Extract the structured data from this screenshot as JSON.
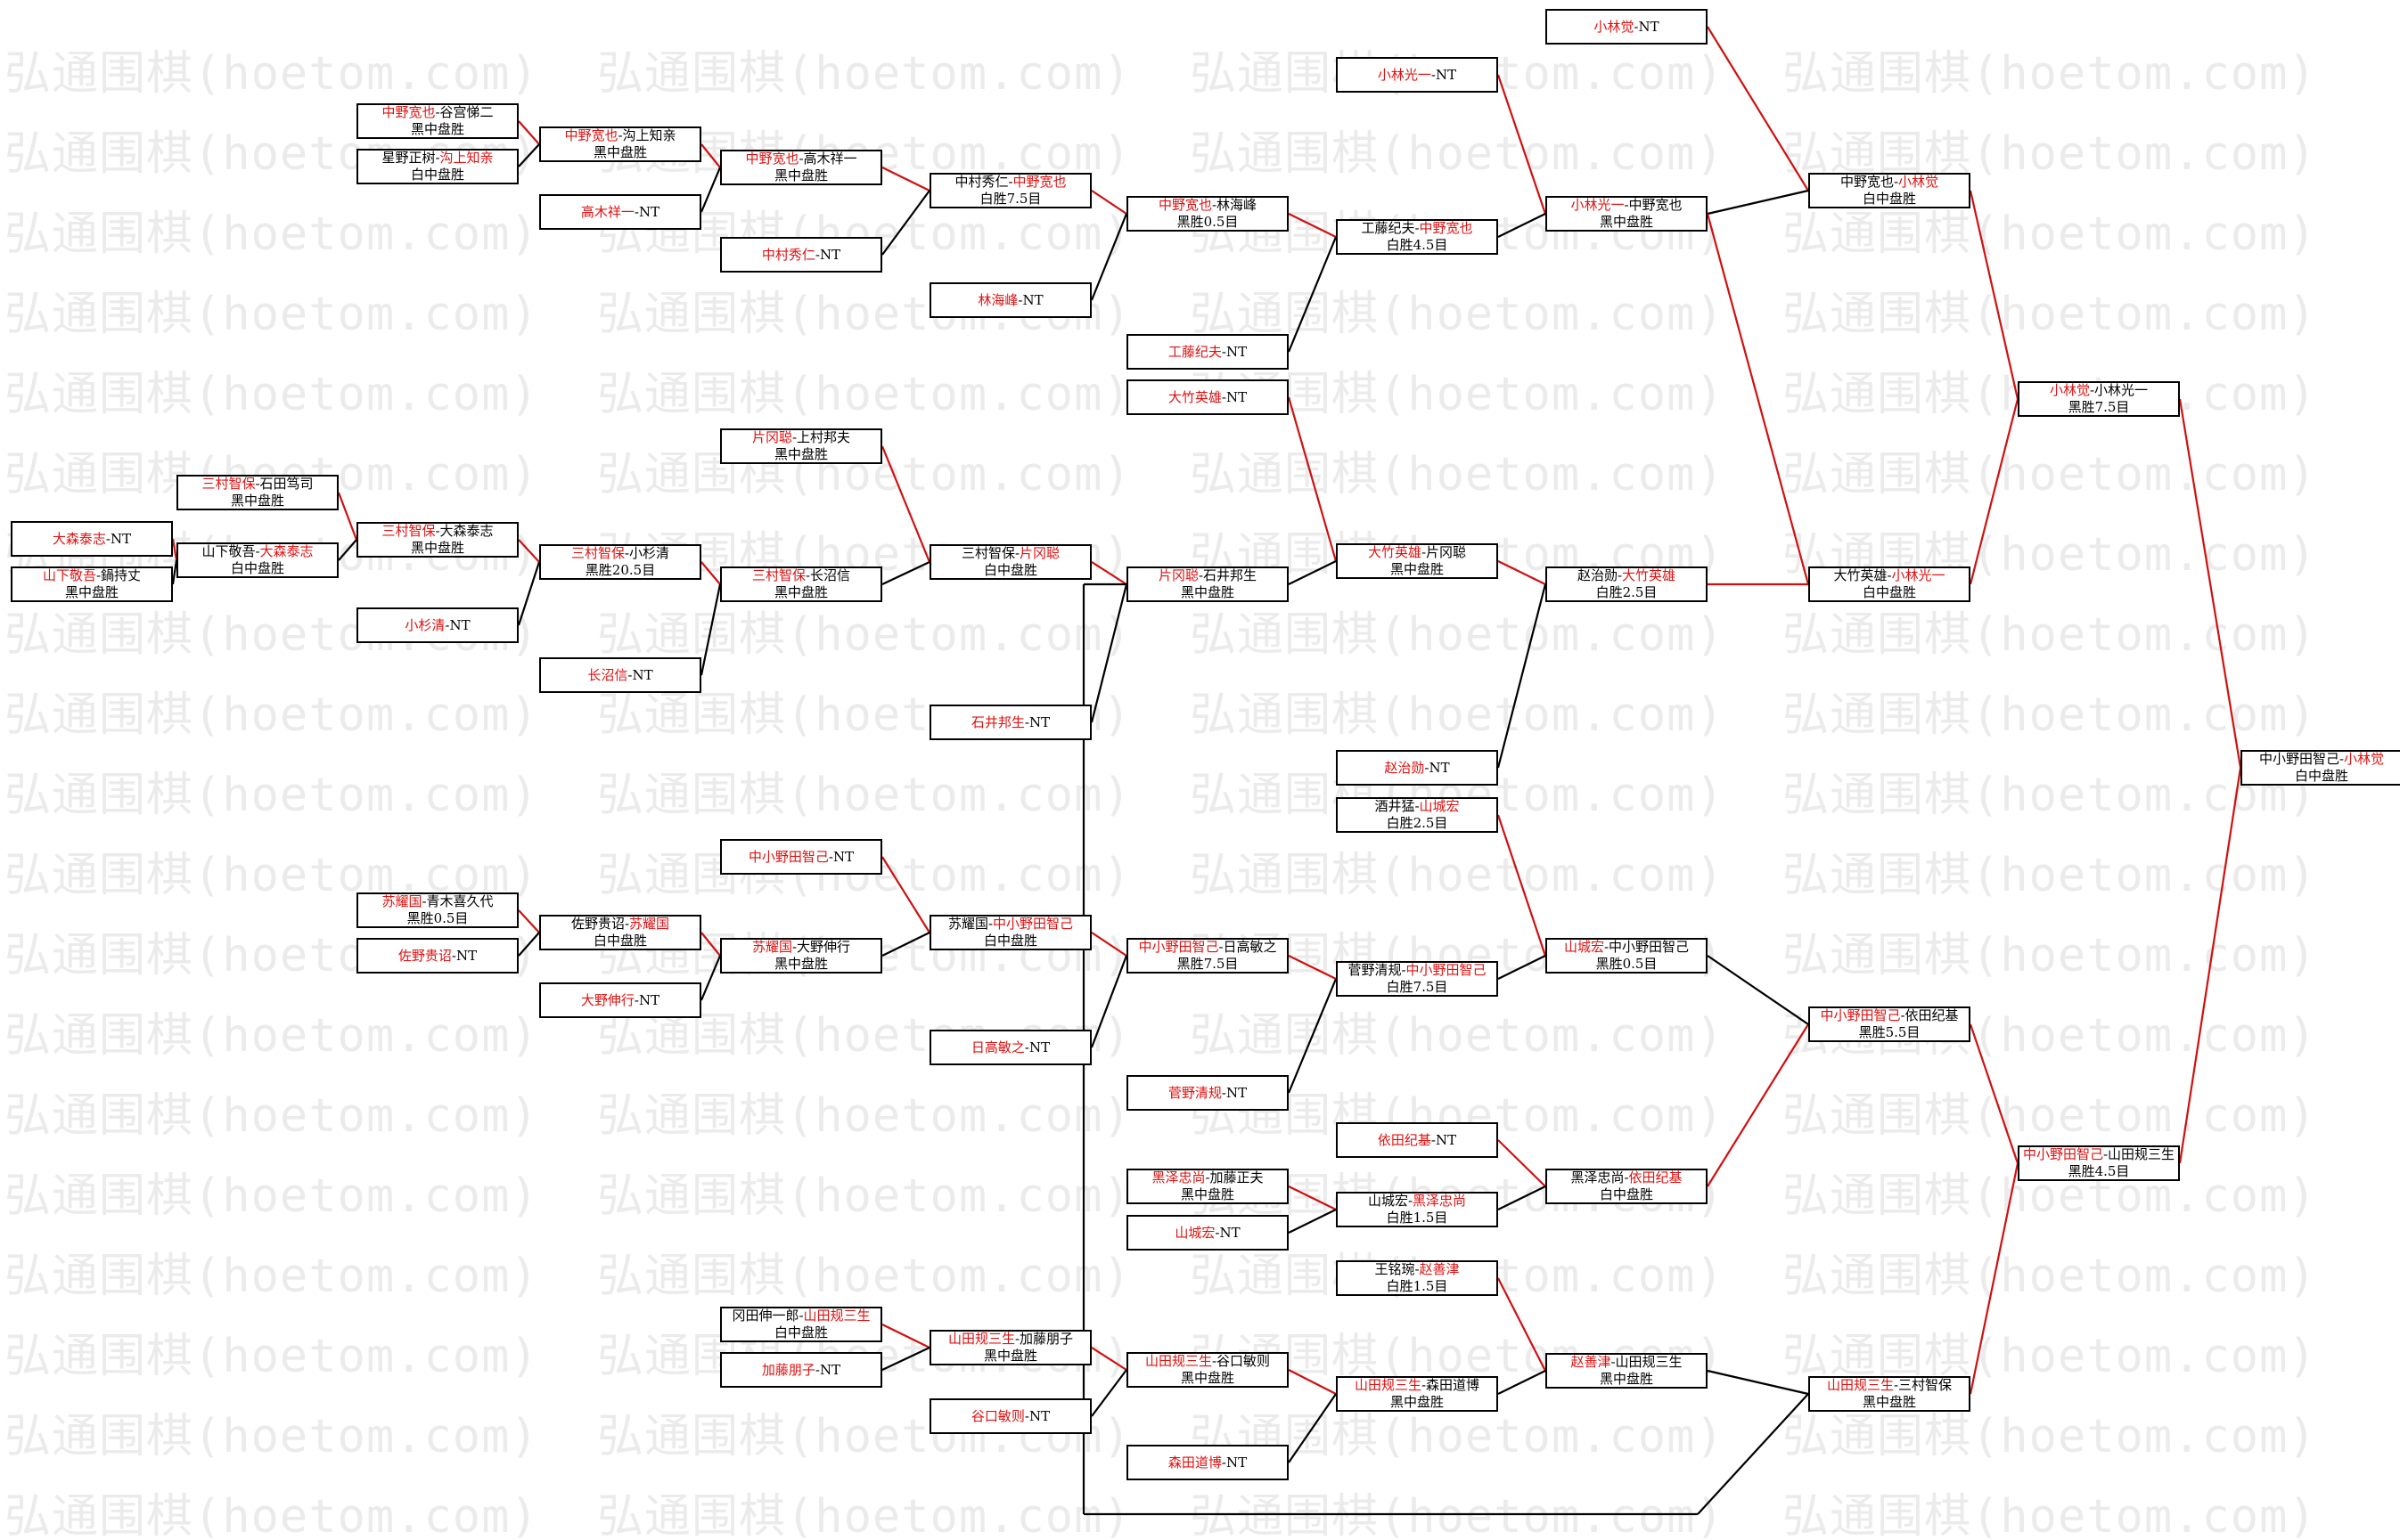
{
  "watermark": "弘通围棋(hoetom.com)",
  "colors": {
    "highlight": "#e01010",
    "winner_line": "#d01010",
    "loser_line": "#000000",
    "watermark": "#ebebeb"
  },
  "matches": [
    {
      "id": "r1_okm",
      "winner": "大森泰志",
      "loser": "NT",
      "result": "",
      "order": "wl"
    },
    {
      "id": "r1_yam",
      "winner": "山下敬吾",
      "loser": "鍋持丈",
      "result": "黑中盘胜",
      "order": "wl"
    },
    {
      "id": "r1_nak",
      "winner": "中野宽也",
      "loser": "谷宫悌二",
      "result": "黑中盘胜",
      "order": "wl"
    },
    {
      "id": "r1_miz",
      "winner": "沟上知亲",
      "loser": "星野正树",
      "result": "白中盘胜",
      "order": "lw"
    },
    {
      "id": "r1_mim",
      "winner": "三村智保",
      "loser": "石田笃司",
      "result": "黑中盘胜",
      "order": "wl"
    },
    {
      "id": "r1_so",
      "winner": "苏耀国",
      "loser": "青木喜久代",
      "result": "黑胜0.5目",
      "order": "wl"
    },
    {
      "id": "r1_sano",
      "winner": "佐野贵诏",
      "loser": "NT",
      "result": "",
      "order": "wl"
    },
    {
      "id": "r1_yamd",
      "winner": "山田规三生",
      "loser": "冈田伸一郎",
      "result": "白中盘胜",
      "order": "lw"
    },
    {
      "id": "r2_ys",
      "winner": "大森泰志",
      "loser": "山下敬吾",
      "result": "白中盘胜",
      "order": "lw"
    },
    {
      "id": "r2_nm",
      "winner": "中野宽也",
      "loser": "沟上知亲",
      "result": "黑中盘胜",
      "order": "wl"
    },
    {
      "id": "r2_tk",
      "winner": "高木祥一",
      "loser": "NT",
      "result": "",
      "order": "wl"
    },
    {
      "id": "r2_ok",
      "winner": "三村智保",
      "loser": "大森泰志",
      "result": "黑中盘胜",
      "order": "wl"
    },
    {
      "id": "r2_kos",
      "winner": "小杉清",
      "loser": "NT",
      "result": "",
      "order": "wl"
    },
    {
      "id": "r2_sano",
      "winner": "苏耀国",
      "loser": "佐野贵诏",
      "result": "白中盘胜",
      "order": "lw"
    },
    {
      "id": "r2_oono",
      "winner": "大野伸行",
      "loser": "NT",
      "result": "",
      "order": "wl"
    },
    {
      "id": "r2_kato",
      "winner": "加藤朋子",
      "loser": "NT",
      "result": "",
      "order": "wl"
    },
    {
      "id": "r3_nt",
      "winner": "中野宽也",
      "loser": "高木祥一",
      "result": "黑中盘胜",
      "order": "wl"
    },
    {
      "id": "r3_nks",
      "winner": "中村秀仁",
      "loser": "NT",
      "result": "",
      "order": "wl"
    },
    {
      "id": "r3_kt",
      "winner": "片冈聪",
      "loser": "上村邦夫",
      "result": "黑中盘胜",
      "order": "wl"
    },
    {
      "id": "r3_mk",
      "winner": "三村智保",
      "loser": "小杉清",
      "result": "黑胜20.5目",
      "order": "wl"
    },
    {
      "id": "r3_ms",
      "winner": "三村智保",
      "loser": "长沼信",
      "result": "黑中盘胜",
      "order": "wl"
    },
    {
      "id": "r3_nag",
      "winner": "长沼信",
      "loser": "NT",
      "result": "",
      "order": "wl"
    },
    {
      "id": "r3_kon",
      "winner": "中小野田智己",
      "loser": "NT",
      "result": "",
      "order": "wl"
    },
    {
      "id": "r3_so",
      "winner": "苏耀国",
      "loser": "大野伸行",
      "result": "黑中盘胜",
      "order": "wl"
    },
    {
      "id": "r3_yk",
      "winner": "山田规三生",
      "loser": "加藤朋子",
      "result": "黑中盘胜",
      "order": "wl"
    },
    {
      "id": "r4_nn",
      "winner": "中野宽也",
      "loser": "中村秀仁",
      "result": "白胜7.5目",
      "order": "lw"
    },
    {
      "id": "r4_hay",
      "winner": "林海峰",
      "loser": "NT",
      "result": "",
      "order": "wl"
    },
    {
      "id": "r4_mk",
      "winner": "片冈聪",
      "loser": "三村智保",
      "result": "白中盘胜",
      "order": "lw"
    },
    {
      "id": "r4_ish",
      "winner": "石井邦生",
      "loser": "NT",
      "result": "",
      "order": "wl"
    },
    {
      "id": "r4_sk",
      "winner": "中小野田智己",
      "loser": "苏耀国",
      "result": "白中盘胜",
      "order": "lw"
    },
    {
      "id": "r4_hid",
      "winner": "日高敏之",
      "loser": "NT",
      "result": "",
      "order": "wl"
    },
    {
      "id": "r4_tan",
      "winner": "谷口敏则",
      "loser": "NT",
      "result": "",
      "order": "wl"
    },
    {
      "id": "r5_nh",
      "winner": "中野宽也",
      "loser": "林海峰",
      "result": "黑胜0.5目",
      "order": "wl"
    },
    {
      "id": "r5_kud",
      "winner": "工藤纪夫",
      "loser": "NT",
      "result": "",
      "order": "wl"
    },
    {
      "id": "r5_oot",
      "winner": "大竹英雄",
      "loser": "NT",
      "result": "",
      "order": "wl"
    },
    {
      "id": "r5_ki",
      "winner": "片冈聪",
      "loser": "石井邦生",
      "result": "黑中盘胜",
      "order": "wl"
    },
    {
      "id": "r5_kh",
      "winner": "中小野田智己",
      "loser": "日高敏之",
      "result": "黑胜7.5目",
      "order": "wl"
    },
    {
      "id": "r5_sug",
      "winner": "菅野清规",
      "loser": "NT",
      "result": "",
      "order": "wl"
    },
    {
      "id": "r5_kur",
      "winner": "黑泽忠尚",
      "loser": "加藤正夫",
      "result": "黑中盘胜",
      "order": "wl"
    },
    {
      "id": "r5_ysk",
      "winner": "山城宏",
      "loser": "NT",
      "result": "",
      "order": "wl"
    },
    {
      "id": "r5_yt",
      "winner": "山田规三生",
      "loser": "谷口敏则",
      "result": "黑中盘胜",
      "order": "wl"
    },
    {
      "id": "r5_mor",
      "winner": "森田道博",
      "loser": "NT",
      "result": "",
      "order": "wl"
    },
    {
      "id": "r6_kob",
      "winner": "小林光一",
      "loser": "NT",
      "result": "",
      "order": "wl"
    },
    {
      "id": "r6_kn",
      "winner": "中野宽也",
      "loser": "工藤纪夫",
      "result": "白胜4.5目",
      "order": "lw"
    },
    {
      "id": "r6_ok",
      "winner": "大竹英雄",
      "loser": "片冈聪",
      "result": "黑中盘胜",
      "order": "wl"
    },
    {
      "id": "r6_cho",
      "winner": "赵治勋",
      "loser": "NT",
      "result": "",
      "order": "wl"
    },
    {
      "id": "r6_sak",
      "winner": "山城宏",
      "loser": "酒井猛",
      "result": "白胜2.5目",
      "order": "lw"
    },
    {
      "id": "r6_sk",
      "winner": "中小野田智己",
      "loser": "菅野清规",
      "result": "白胜7.5目",
      "order": "lw"
    },
    {
      "id": "r6_yod",
      "winner": "依田纪基",
      "loser": "NT",
      "result": "",
      "order": "wl"
    },
    {
      "id": "r6_yk",
      "winner": "黑泽忠尚",
      "loser": "山城宏",
      "result": "白胜1.5目",
      "order": "lw"
    },
    {
      "id": "r6_ow",
      "winner": "赵善津",
      "loser": "王铭琬",
      "result": "白胜1.5目",
      "order": "lw"
    },
    {
      "id": "r6_ym",
      "winner": "山田规三生",
      "loser": "森田道博",
      "result": "黑中盘胜",
      "order": "wl"
    },
    {
      "id": "r7_kob",
      "winner": "小林觉",
      "loser": "NT",
      "result": "",
      "order": "wl"
    },
    {
      "id": "r7_kn",
      "winner": "小林光一",
      "loser": "中野宽也",
      "result": "黑中盘胜",
      "order": "wl"
    },
    {
      "id": "r7_co",
      "winner": "大竹英雄",
      "loser": "赵治勋",
      "result": "白胜2.5目",
      "order": "lw"
    },
    {
      "id": "r7_yk",
      "winner": "山城宏",
      "loser": "中小野田智己",
      "result": "黑胜0.5目",
      "order": "wl"
    },
    {
      "id": "r7_ky",
      "winner": "依田纪基",
      "loser": "黑泽忠尚",
      "result": "白中盘胜",
      "order": "lw"
    },
    {
      "id": "r7_cy",
      "winner": "赵善津",
      "loser": "山田规三生",
      "result": "黑中盘胜",
      "order": "wl"
    },
    {
      "id": "r8_nk",
      "winner": "小林觉",
      "loser": "中野宽也",
      "result": "白中盘胜",
      "order": "lw"
    },
    {
      "id": "r8_ok",
      "winner": "小林光一",
      "loser": "大竹英雄",
      "result": "白中盘胜",
      "order": "lw"
    },
    {
      "id": "r8_ky",
      "winner": "中小野田智己",
      "loser": "依田纪基",
      "result": "黑胜5.5目",
      "order": "wl"
    },
    {
      "id": "r8_ym",
      "winner": "山田规三生",
      "loser": "三村智保",
      "result": "黑中盘胜",
      "order": "wl"
    },
    {
      "id": "r9_kk",
      "winner": "小林觉",
      "loser": "小林光一",
      "result": "黑胜7.5目",
      "order": "wl"
    },
    {
      "id": "r9_ky",
      "winner": "中小野田智己",
      "loser": "山田规三生",
      "result": "黑胜4.5目",
      "order": "wl"
    },
    {
      "id": "final",
      "winner": "小林觉",
      "loser": "中小野田智己",
      "result": "白中盘胜",
      "order": "lw"
    }
  ]
}
